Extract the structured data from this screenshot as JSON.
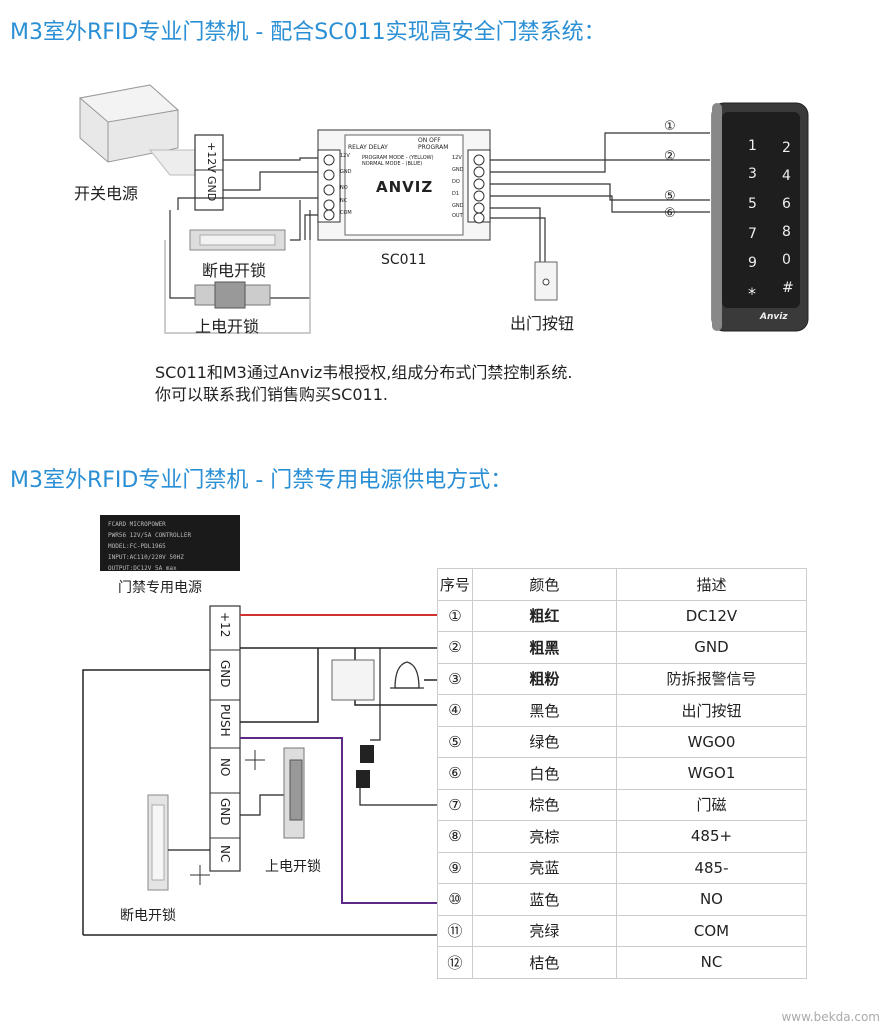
{
  "section1": {
    "title": "M3室外RFID专业门禁机 - 配合SC011实现高安全门禁系统：",
    "power_label": "开关电源",
    "terminal_12v": "+12V",
    "terminal_gnd": "GND",
    "controller_name": "SC011",
    "controller_brand": "ANVIZ",
    "controller_left_terms": [
      "12V",
      "GND",
      "NO",
      "NC",
      "COM"
    ],
    "controller_right_terms": [
      "12V",
      "GND",
      "DO",
      "D1",
      "GND",
      "OUT"
    ],
    "controller_top_text": [
      "RELAY DELAY",
      "ON  OFF",
      "PROGRAM",
      "PROGRAM MODE - (YELLOW)",
      "NORMAL MODE - (BLUE)"
    ],
    "lock1_label": "断电开锁",
    "lock2_label": "上电开锁",
    "exit_button_label": "出门按钮",
    "wire_markers": [
      "①",
      "②",
      "⑤",
      "⑥"
    ],
    "keypad_keys": [
      "1",
      "2",
      "3",
      "4",
      "5",
      "6",
      "7",
      "8",
      "9",
      "0",
      "*",
      "#"
    ],
    "keypad_brand": "Anviz",
    "note_line1": "SC011和M3通过Anviz韦根授权,组成分布式门禁控制系统.",
    "note_line2": "你可以联系我们销售购买SC011."
  },
  "section2": {
    "title": "M3室外RFID专业门禁机 - 门禁专用电源供电方式：",
    "psu_caption": "门禁专用电源",
    "psu_plate_lines": [
      "FCARD MICROPOWER",
      "PWR56  12V/5A CONTROLLER",
      "MODEL:FC-PDL1965",
      "INPUT:AC110/220V 50HZ",
      "OUTPUT:DC12V 5A max"
    ],
    "terminals": [
      "+12",
      "GND",
      "PUSH",
      "NO",
      "GND",
      "NC"
    ],
    "lock1_label": "断电开锁",
    "lock2_label": "上电开锁",
    "plus_signs": [
      "+",
      "+"
    ],
    "table": {
      "headers": [
        "序号",
        "颜色",
        "描述"
      ],
      "rows": [
        {
          "num": "①",
          "color": "粗红",
          "desc": "DC12V",
          "bold": true
        },
        {
          "num": "②",
          "color": "粗黑",
          "desc": "GND",
          "bold": true
        },
        {
          "num": "③",
          "color": "粗粉",
          "desc": "防拆报警信号",
          "bold": true
        },
        {
          "num": "④",
          "color": "黑色",
          "desc": "出门按钮",
          "bold": false
        },
        {
          "num": "⑤",
          "color": "绿色",
          "desc": "WGO0",
          "bold": false
        },
        {
          "num": "⑥",
          "color": "白色",
          "desc": "WGO1",
          "bold": false
        },
        {
          "num": "⑦",
          "color": "棕色",
          "desc": "门磁",
          "bold": false
        },
        {
          "num": "⑧",
          "color": "亮棕",
          "desc": "485+",
          "bold": false
        },
        {
          "num": "⑨",
          "color": "亮蓝",
          "desc": "485-",
          "bold": false
        },
        {
          "num": "⑩",
          "color": "蓝色",
          "desc": "NO",
          "bold": false
        },
        {
          "num": "⑪",
          "color": "亮绿",
          "desc": "COM",
          "bold": false
        },
        {
          "num": "⑫",
          "color": "桔色",
          "desc": "NC",
          "bold": false
        }
      ]
    }
  },
  "watermark": "www.bekda.com",
  "colors": {
    "title": "#2a8fd4",
    "red_wire": "#d0312d",
    "purple_wire": "#5b2a86",
    "black_wire": "#222222"
  }
}
